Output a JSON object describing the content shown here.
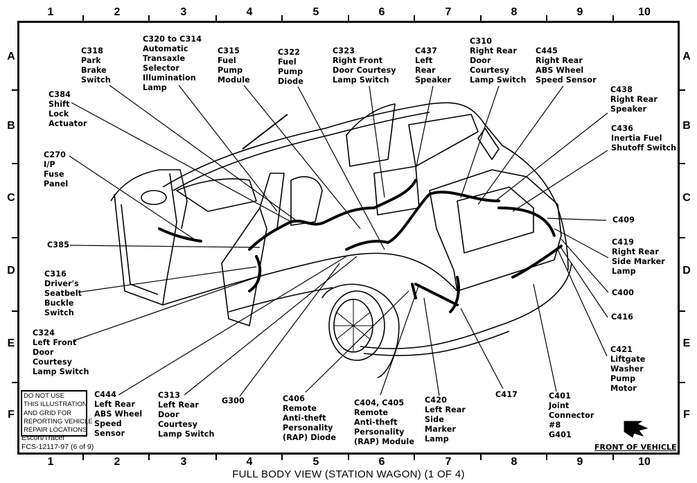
{
  "diagram": {
    "caption": "FULL BODY VIEW (STATION WAGON) (1 OF 4)",
    "grid": {
      "columns": [
        "1",
        "2",
        "3",
        "4",
        "5",
        "6",
        "7",
        "8",
        "9",
        "10"
      ],
      "rows": [
        "A",
        "B",
        "C",
        "D",
        "E",
        "F"
      ]
    },
    "disclaimer": [
      "DO NOT USE",
      "THIS ILLUSTRATION",
      "AND GRID FOR",
      "REPORTING VEHICLE",
      "REPAIR LOCATIONS"
    ],
    "model": "Escort/Tracer",
    "figure_id": "FCS-12117-97 (6 of 9)",
    "front_of_vehicle": "FRONT OF VEHICLE",
    "callouts": [
      {
        "id": "c318",
        "lines": [
          "C318",
          "Park",
          "Brake",
          "Switch"
        ]
      },
      {
        "id": "c320",
        "lines": [
          "C320 to C314",
          "Automatic",
          "Transaxle",
          "Selector",
          "Illumination",
          "Lamp"
        ]
      },
      {
        "id": "c315",
        "lines": [
          "C315",
          "Fuel",
          "Pump",
          "Module"
        ]
      },
      {
        "id": "c322",
        "lines": [
          "C322",
          "Fuel",
          "Pump",
          "Diode"
        ]
      },
      {
        "id": "c323",
        "lines": [
          "C323",
          "Right Front",
          "Door Courtesy",
          "Lamp Switch"
        ]
      },
      {
        "id": "c437",
        "lines": [
          "C437",
          "Left",
          "Rear",
          "Speaker"
        ]
      },
      {
        "id": "c310",
        "lines": [
          "C310",
          "Right Rear",
          "Door",
          "Courtesy",
          "Lamp Switch"
        ]
      },
      {
        "id": "c445",
        "lines": [
          "C445",
          "Right Rear",
          "ABS Wheel",
          "Speed Sensor"
        ]
      },
      {
        "id": "c438",
        "lines": [
          "C438",
          "Right Rear",
          "Speaker"
        ]
      },
      {
        "id": "c436",
        "lines": [
          "C436",
          "Inertia Fuel",
          "Shutoff Switch"
        ]
      },
      {
        "id": "c384",
        "lines": [
          "C384",
          "Shift",
          "Lock",
          "Actuator"
        ]
      },
      {
        "id": "c270",
        "lines": [
          "C270",
          "I/P",
          "Fuse",
          "Panel"
        ]
      },
      {
        "id": "c385",
        "lines": [
          "C385"
        ]
      },
      {
        "id": "c316",
        "lines": [
          "C316",
          "Driver's",
          "Seatbelt",
          "Buckle",
          "Switch"
        ]
      },
      {
        "id": "c324",
        "lines": [
          "C324",
          "Left Front",
          "Door",
          "Courtesy",
          "Lamp Switch"
        ]
      },
      {
        "id": "c444",
        "lines": [
          "C444",
          "Left Rear",
          "ABS Wheel",
          "Speed",
          "Sensor"
        ]
      },
      {
        "id": "c313",
        "lines": [
          "C313",
          "Left Rear",
          "Door",
          "Courtesy",
          "Lamp Switch"
        ]
      },
      {
        "id": "g300",
        "lines": [
          "G300"
        ]
      },
      {
        "id": "c406",
        "lines": [
          "C406",
          "Remote",
          "Anti-theft",
          "Personality",
          "(RAP) Diode"
        ]
      },
      {
        "id": "c404",
        "lines": [
          "C404, C405",
          "Remote",
          "Anti-theft",
          "Personality",
          "(RAP) Module"
        ]
      },
      {
        "id": "c420",
        "lines": [
          "C420",
          "Left Rear",
          "Side",
          "Marker",
          "Lamp"
        ]
      },
      {
        "id": "c417",
        "lines": [
          "C417"
        ]
      },
      {
        "id": "c401",
        "lines": [
          "C401",
          "Joint",
          "Connector",
          "#8",
          "G401"
        ]
      },
      {
        "id": "c409",
        "lines": [
          "C409"
        ]
      },
      {
        "id": "c419",
        "lines": [
          "C419",
          "Right Rear",
          "Side Marker",
          "Lamp"
        ]
      },
      {
        "id": "c400",
        "lines": [
          "C400"
        ]
      },
      {
        "id": "c416",
        "lines": [
          "C416"
        ]
      },
      {
        "id": "c421",
        "lines": [
          "C421",
          "Liftgate",
          "Washer",
          "Pump",
          "Motor"
        ]
      }
    ]
  }
}
